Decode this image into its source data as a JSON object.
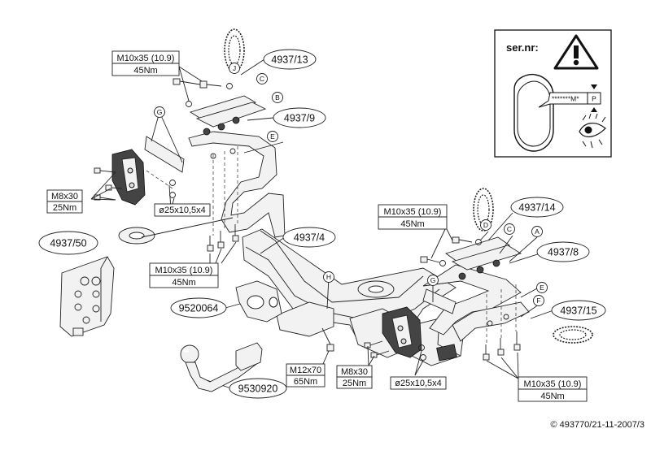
{
  "parts": {
    "p4937_13": "4937/13",
    "p4937_9": "4937/9",
    "p4937_4": "4937/4",
    "p4937_14": "4937/14",
    "p4937_8": "4937/8",
    "p4937_15": "4937/15",
    "p4937_50": "4937/50",
    "p9520064": "9520064",
    "p9530920": "9530920"
  },
  "letters": {
    "G": "G",
    "J": "J",
    "C": "C",
    "B": "B",
    "E": "E",
    "H": "H",
    "D": "D",
    "A": "A",
    "F": "F"
  },
  "specs": {
    "top_left_bolt": {
      "size": "M10x35 (10.9)",
      "torque": "45Nm"
    },
    "left_m8": {
      "size": "M8x30",
      "torque": "25Nm"
    },
    "left_washer": "ø25x10,5x4",
    "center_bolt": {
      "size": "M10x35 (10.9)",
      "torque": "45Nm"
    },
    "right_top_bolt": {
      "size": "M10x35 (10.9)",
      "torque": "45Nm"
    },
    "m12": {
      "size": "M12x70",
      "torque": "65Nm"
    },
    "right_m8": {
      "size": "M8x30",
      "torque": "25Nm"
    },
    "right_washer": "ø25x10,5x4",
    "bottom_right_bolt": {
      "size": "M10x35 (10.9)",
      "torque": "45Nm"
    }
  },
  "warning_box": {
    "title": "ser.nr:",
    "plate_code": "*******M*",
    "plate_p": "P"
  },
  "copyright": "© 493770/21-11-2007/3"
}
